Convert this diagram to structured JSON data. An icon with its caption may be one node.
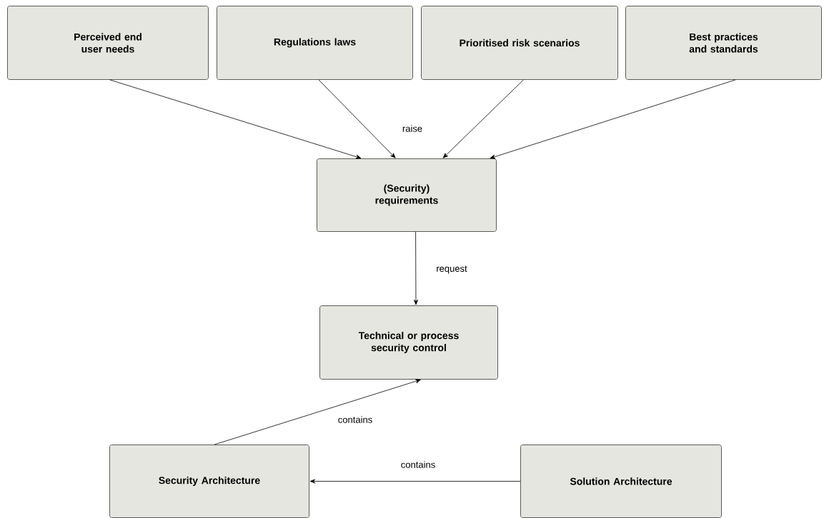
{
  "diagram": {
    "nodes": [
      {
        "text": [
          "Perceived end user needs"
        ]
      },
      {
        "text": [
          "Regulations laws"
        ]
      },
      {
        "text": [
          "Prioritised risk scenarios"
        ]
      },
      {
        "text": [
          "Best practices and standards"
        ]
      },
      {
        "text": [
          "(Security) requirements"
        ]
      },
      {
        "text": [
          "Technical or process security control"
        ]
      },
      {
        "text": [
          "Security Architecture"
        ]
      },
      {
        "text": [
          "Solution Architecture"
        ]
      }
    ],
    "edges": [
      {
        "from": 0,
        "to": 4,
        "arrow": "to"
      },
      {
        "from": 1,
        "to": 4,
        "arrow": "to",
        "label": "raise"
      },
      {
        "from": 2,
        "to": 4,
        "arrow": "to"
      },
      {
        "from": 3,
        "to": 4,
        "arrow": "to"
      },
      {
        "from": 4,
        "to": 5,
        "arrow": "to",
        "label": "request"
      },
      {
        "from": 6,
        "to": 5,
        "arrow": "to",
        "label": "contains"
      },
      {
        "from": 7,
        "to": 6,
        "arrow": "to",
        "label": "contains"
      }
    ]
  }
}
